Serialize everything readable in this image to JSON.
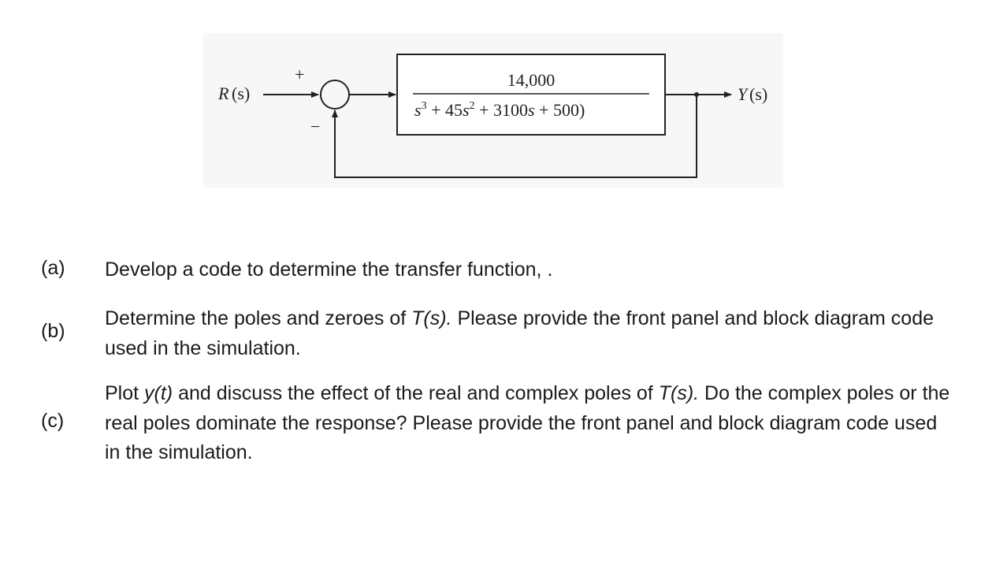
{
  "diagram": {
    "input_label_R": "R",
    "input_label_paren": "(s)",
    "plus_sign": "+",
    "minus_sign": "−",
    "numerator": "14,000",
    "denominator": {
      "s": "s",
      "s_exp": "3",
      "plus1": " + 45",
      "s2": "s",
      "s2_exp": "2",
      "plus2": " + 3100",
      "s3": "s",
      "tail": " + 500)"
    },
    "output_label_Y": "Y",
    "output_label_paren": "(s)"
  },
  "questions": [
    {
      "label": "(a)",
      "text": "Develop a code to determine the transfer function, ."
    },
    {
      "label": "(b)",
      "text_pre": "Determine the poles and zeroes of ",
      "text_it": "T(s).",
      "text_post": " Please provide the front panel and block diagram code used in the simulation."
    },
    {
      "label": "(c)",
      "text_1": "Plot ",
      "text_it1": "y(t)",
      "text_2": " and discuss the effect of the real and complex poles of ",
      "text_it2": "T(s).",
      "text_3": " Do the complex poles or the real poles dominate the response? Please provide the front panel and block diagram code used in the simulation."
    }
  ]
}
